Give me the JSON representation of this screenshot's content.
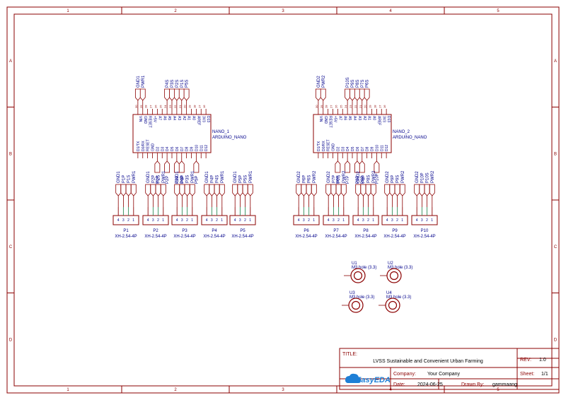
{
  "frame": {
    "col_labels": [
      "1",
      "2",
      "3",
      "4",
      "5"
    ],
    "row_labels": [
      "A",
      "B",
      "C",
      "D"
    ],
    "border_color": "#8b0000"
  },
  "colors": {
    "wire": "#8b0000",
    "text": "#00008b",
    "green_wire": "#2e8b57",
    "title_text": "#8b0000"
  },
  "nano1": {
    "ref": "NANO_1",
    "value": "ARDUINO_NANO",
    "top_pins": [
      "VIN",
      "GND",
      "RESET",
      "+5V",
      "A7",
      "A6",
      "A5",
      "A4",
      "A3",
      "A2",
      "A1",
      "A0",
      "AREF",
      "3V3",
      "D13"
    ],
    "bottom_pins": [
      "D1/TX",
      "D0/RX",
      "RESET",
      "GND",
      "D2",
      "D3",
      "D4",
      "D5",
      "D6",
      "D7",
      "D8",
      "D9",
      "D10",
      "D11",
      "D12"
    ],
    "top_nets": [
      "GND1",
      "PWR1",
      "P4S",
      "P3S",
      "P2S",
      "P1S",
      "P5S"
    ],
    "bottom_nets": [
      "P1P",
      "P2P",
      "P3P",
      "P4P",
      "P5P"
    ]
  },
  "nano2": {
    "ref": "NANO_2",
    "value": "ARDUINO_NANO",
    "top_pins": [
      "VIN",
      "GND",
      "RESET",
      "+5V",
      "A7",
      "A6",
      "A5",
      "A4",
      "A3",
      "A2",
      "A1",
      "A0",
      "AREF",
      "3V3",
      "D13"
    ],
    "bottom_pins": [
      "D1/TX",
      "D0/RX",
      "RESET",
      "GND",
      "D2",
      "D3",
      "D4",
      "D5",
      "D6",
      "D7",
      "D8",
      "D9",
      "D10",
      "D11",
      "D12"
    ],
    "top_nets": [
      "GND2",
      "PWR2",
      "P10S",
      "P9S",
      "P8S",
      "P7S",
      "P6S"
    ],
    "bottom_nets": [
      "P6P",
      "P7P",
      "P8P",
      "P9P",
      "P10P"
    ]
  },
  "connectors": [
    {
      "ref": "P1",
      "value": "XH-2.54-4P",
      "nets": [
        "GND1",
        "P1P",
        "P1S",
        "PWR1"
      ]
    },
    {
      "ref": "P2",
      "value": "XH-2.54-4P",
      "nets": [
        "GND1",
        "P2P",
        "P2S",
        "PWR1"
      ]
    },
    {
      "ref": "P3",
      "value": "XH-2.54-4P",
      "nets": [
        "GND1",
        "P3P",
        "P3S",
        "PWR1"
      ]
    },
    {
      "ref": "P4",
      "value": "XH-2.54-4P",
      "nets": [
        "GND1",
        "P4P",
        "P4S",
        "PWR1"
      ]
    },
    {
      "ref": "P5",
      "value": "XH-2.54-4P",
      "nets": [
        "GND1",
        "P5P",
        "P5S",
        "PWR1"
      ]
    },
    {
      "ref": "P6",
      "value": "XH-2.54-4P",
      "nets": [
        "GND2",
        "P6P",
        "P6S",
        "PWR2"
      ]
    },
    {
      "ref": "P7",
      "value": "XH-2.54-4P",
      "nets": [
        "GND2",
        "P7P",
        "P7S",
        "PWR2"
      ]
    },
    {
      "ref": "P8",
      "value": "XH-2.54-4P",
      "nets": [
        "GND2",
        "P8P",
        "P8S",
        "PWR2"
      ]
    },
    {
      "ref": "P9",
      "value": "XH-2.54-4P",
      "nets": [
        "GND2",
        "P9P",
        "P9S",
        "PWR2"
      ]
    },
    {
      "ref": "P10",
      "value": "XH-2.54-4P",
      "nets": [
        "GND2",
        "P10P",
        "P10S",
        "PWR2"
      ]
    }
  ],
  "pin_numbers": [
    "4",
    "3",
    "2",
    "1"
  ],
  "holes": [
    {
      "ref": "U1",
      "value": "M3 hole (3.3)"
    },
    {
      "ref": "U2",
      "value": "M3 hole (3.3)"
    },
    {
      "ref": "U3",
      "value": "M3 hole (3.3)"
    },
    {
      "ref": "U4",
      "value": "M3 hole (3.3)"
    }
  ],
  "title_block": {
    "title_label": "TITLE:",
    "title": "LVSS Sustainable and Convenient Urban Farming",
    "rev_label": "REV:",
    "rev": "1.0",
    "company_label": "Company:",
    "company": "Your Company",
    "sheet_label": "Sheet:",
    "sheet": "1/1",
    "date_label": "Date:",
    "date": "2024-06-25",
    "drawn_label": "Drawn By:",
    "drawn": "gammaang",
    "logo_text": "EasyEDA",
    "logo_color": "#1e7fd6"
  }
}
